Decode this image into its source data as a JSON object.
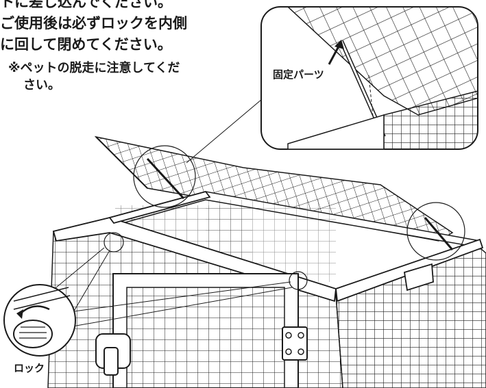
{
  "instructions": {
    "line1": "トに差し込んでください。",
    "line2": "ご使用後は必ずロックを内側",
    "line3": "に回して閉めてください。",
    "note_line1": "※ペットの脱走に注意してくだ",
    "note_line2": "さい。"
  },
  "labels": {
    "fixing_part": "固定パーツ",
    "lock": "ロック"
  },
  "colors": {
    "line": "#1a1a1a",
    "background": "#ffffff"
  }
}
